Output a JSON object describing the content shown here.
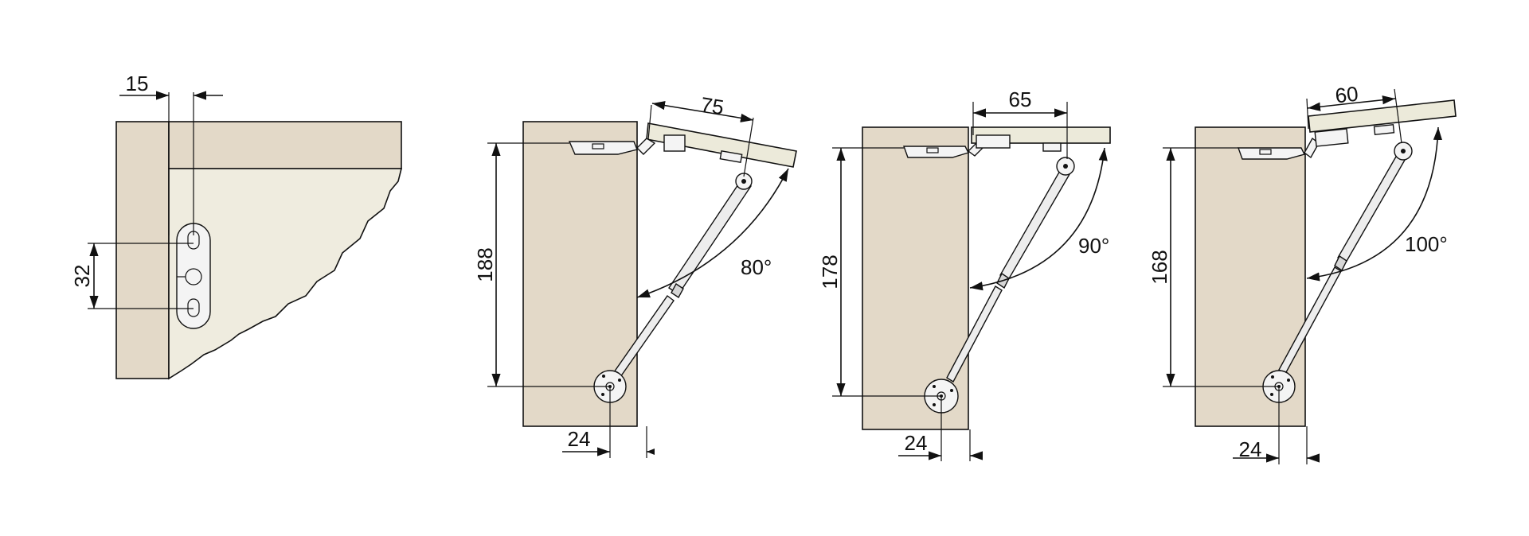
{
  "detail": {
    "offset_label": "15",
    "spacing_label": "32"
  },
  "diagrams": [
    {
      "angle_label": "80°",
      "height_label": "188",
      "offset_label": "24",
      "arm_label": "75"
    },
    {
      "angle_label": "90°",
      "height_label": "178",
      "offset_label": "24",
      "arm_label": "65"
    },
    {
      "angle_label": "100°",
      "height_label": "168",
      "offset_label": "24",
      "arm_label": "60"
    }
  ],
  "colors": {
    "cabinet": "#e3d9c8",
    "cabinet_light": "#efecdf",
    "line": "#111111"
  }
}
